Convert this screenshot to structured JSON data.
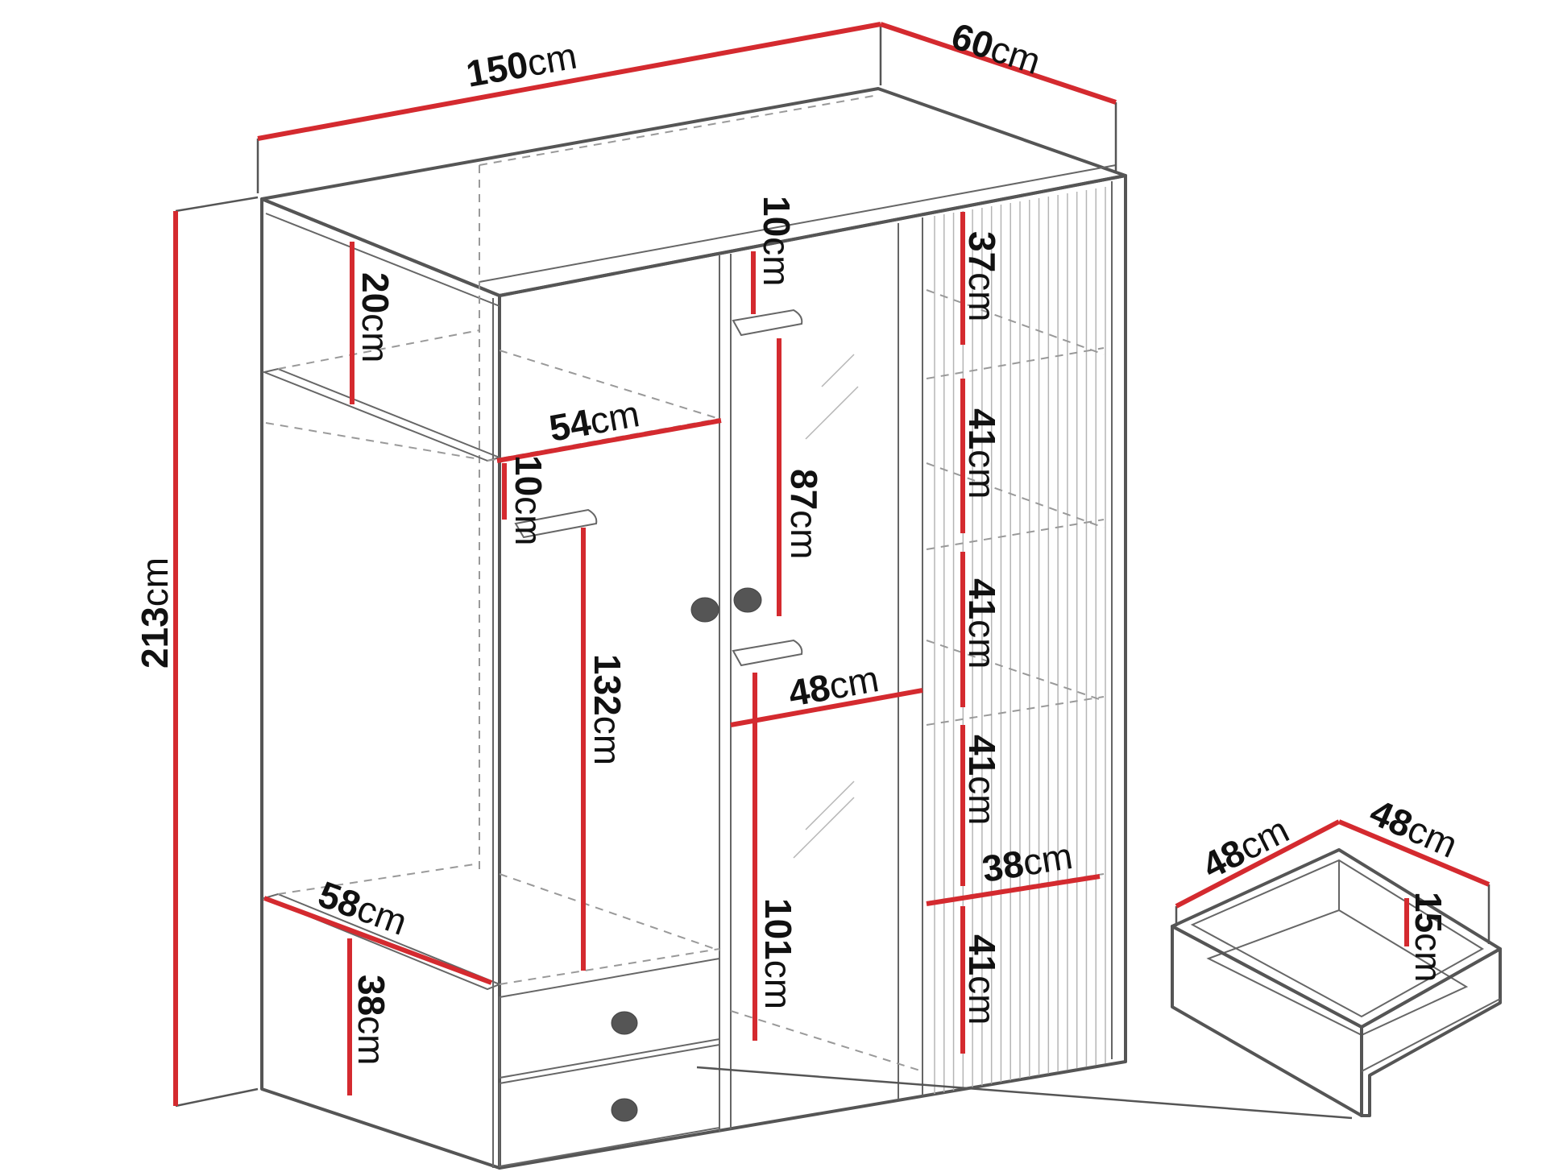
{
  "dimensions": {
    "width": {
      "value": "150",
      "unit": "cm"
    },
    "depth": {
      "value": "60",
      "unit": "cm"
    },
    "height": {
      "value": "213",
      "unit": "cm"
    },
    "left_top_gap": {
      "value": "20",
      "unit": "cm"
    },
    "shelf_width": {
      "value": "54",
      "unit": "cm"
    },
    "rail_gap_left": {
      "value": "10",
      "unit": "cm"
    },
    "hanging_left": {
      "value": "132",
      "unit": "cm"
    },
    "bottom_shelf": {
      "value": "58",
      "unit": "cm"
    },
    "bottom_height": {
      "value": "38",
      "unit": "cm"
    },
    "rail_gap_mid": {
      "value": "10",
      "unit": "cm"
    },
    "hanging_mid_top": {
      "value": "87",
      "unit": "cm"
    },
    "mid_width": {
      "value": "48",
      "unit": "cm"
    },
    "hanging_mid_low": {
      "value": "101",
      "unit": "cm"
    },
    "right_top": {
      "value": "37",
      "unit": "cm"
    },
    "right_shelf_1": {
      "value": "41",
      "unit": "cm"
    },
    "right_shelf_2": {
      "value": "41",
      "unit": "cm"
    },
    "right_shelf_3": {
      "value": "41",
      "unit": "cm"
    },
    "right_width": {
      "value": "38",
      "unit": "cm"
    },
    "right_shelf_4": {
      "value": "41",
      "unit": "cm"
    },
    "drawer_width": {
      "value": "48",
      "unit": "cm"
    },
    "drawer_depth": {
      "value": "48",
      "unit": "cm"
    },
    "drawer_height": {
      "value": "15",
      "unit": "cm"
    }
  },
  "colors": {
    "dimension_line": "#d42a2f",
    "outline": "#555555",
    "knob": "#555555"
  }
}
